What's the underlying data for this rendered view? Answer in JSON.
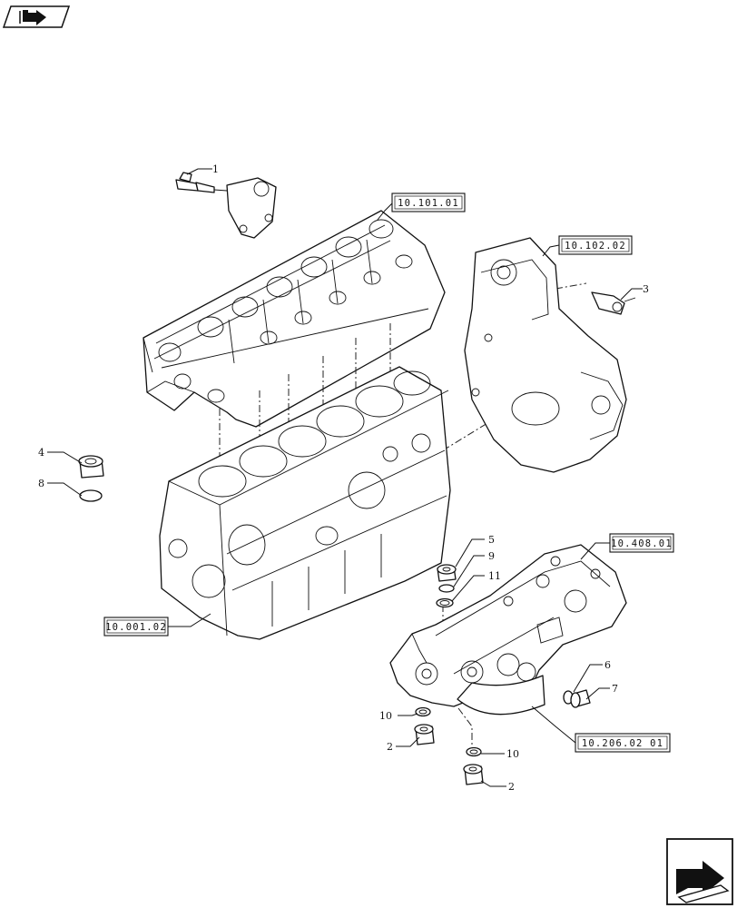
{
  "references": {
    "cylinder_head": "10.101.01",
    "timing_cover": "10.102.02",
    "crankcase": "10.001.02",
    "intake_manifold": "10.408.01",
    "oil_filter_housing": "10.206.02 01"
  },
  "callouts": {
    "c1": "1",
    "c2a": "2",
    "c2b": "2",
    "c3": "3",
    "c4": "4",
    "c5": "5",
    "c6": "6",
    "c7": "7",
    "c8": "8",
    "c9": "9",
    "c10a": "10",
    "c10b": "10",
    "c11": "11"
  },
  "icons": {
    "top_left": "book-arrow-icon",
    "bottom_right": "next-page-arrow-icon"
  }
}
